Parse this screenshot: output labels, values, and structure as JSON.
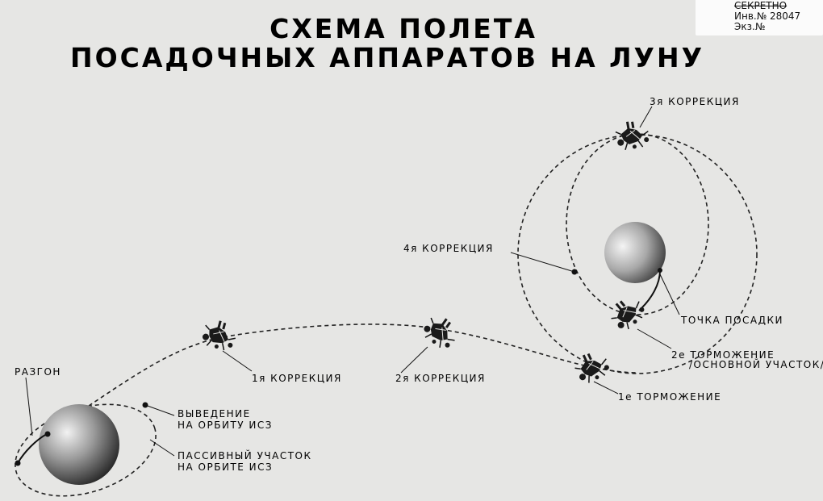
{
  "title": {
    "line1": "СХЕМА ПОЛЕТА",
    "line2": "ПОСАДОЧНЫХ АППАРАТОВ НА ЛУНУ"
  },
  "stamp": {
    "classification": "СЕКРЕТНО",
    "inventory": "Инв.№ 28047",
    "copy": "Экз.№"
  },
  "labels": {
    "razgon": "РАЗГОН",
    "vyvedenie_1": "ВЫВЕДЕНИЕ",
    "vyvedenie_2": "НА ОРБИТУ ИСЗ",
    "passive_1": "ПАССИВНЫЙ УЧАСТОК",
    "passive_2": "НА ОРБИТЕ ИСЗ",
    "correction_1": "1я КОРРЕКЦИЯ",
    "correction_2": "2я КОРРЕКЦИЯ",
    "correction_3": "3я КОРРЕКЦИЯ",
    "correction_4": "4я КОРРЕКЦИЯ",
    "braking_1": "1е ТОРМОЖЕНИЕ",
    "braking_2": "2е ТОРМОЖЕНИЕ",
    "braking_2_sub": "/ОСНОВНОЙ УЧАСТОК/",
    "landing_point": "ТОЧКА ПОСАДКИ"
  },
  "colors": {
    "background": "#e6e6e4",
    "ink": "#111111",
    "stamp_paper": "#fbfbfb"
  }
}
